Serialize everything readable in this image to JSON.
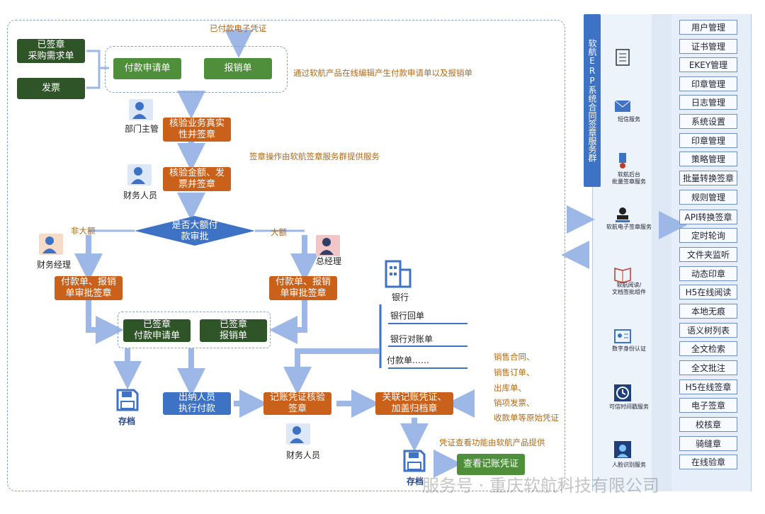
{
  "top_note": "已付款电子凭证",
  "inputs": {
    "signed_purchase": "已签章\n采购需求单",
    "invoice": "发票"
  },
  "online_docs": {
    "payment_request": "付款申请单",
    "reimbursement": "报销单",
    "note": "通过软航产品在线编辑产生付款申请单以及报销单"
  },
  "steps": {
    "dept_check": "核验业务真实\n性并签章",
    "finance_check": "核验金额、发\n票并签章",
    "decision": "是否大额付\n款审批",
    "small_approve": "付款单、报销\n单审批签章",
    "large_approve": "付款单、报销\n单审批签章",
    "signed_request": "已签章\n付款申请单",
    "signed_reimb": "已签章\n报销单",
    "cashier_pay": "出纳人员\n执行付款",
    "voucher_check": "记账凭证核验\n签章",
    "link_archive": "关联记账凭证、\n加盖归档章",
    "view_voucher": "查看记账凭证"
  },
  "roles": {
    "dept_manager": "部门主管",
    "finance_staff": "财务人员",
    "finance_manager": "财务经理",
    "gm": "总经理",
    "finance_staff_bottom": "财务人员"
  },
  "edge_labels": {
    "not_large": "非大额",
    "large": "大额"
  },
  "notes": {
    "sign_service": "签章操作由软航签章服务群提供服务",
    "voucher_view": "凭证查看功能由软航产品提供"
  },
  "bank": {
    "title": "银行",
    "items": [
      "银行回单",
      "银行对账单",
      "付款单……"
    ]
  },
  "source_docs": [
    "销售合同、",
    "销售订单、",
    "出库单、",
    "销项发票、",
    "收款单等原始凭证"
  ],
  "archive_label": "存档",
  "archive_label_2": "存档",
  "service_group_title": "软航ERP系统合同签章服务群",
  "services": [
    {
      "label": "",
      "icon": "document-list-icon"
    },
    {
      "label": "短信服务",
      "icon": "sms-icon"
    },
    {
      "label": "软航后台\n批量签章服务",
      "icon": "batch-sign-icon"
    },
    {
      "label": "软航电子签章服务",
      "icon": "stamp-icon"
    },
    {
      "label": "软航阅读/\n文档签批组件",
      "icon": "book-icon"
    },
    {
      "label": "数字身份认证",
      "icon": "id-card-icon"
    },
    {
      "label": "可信时间戳服务",
      "icon": "clock-icon"
    },
    {
      "label": "人脸识别服务",
      "icon": "face-icon"
    }
  ],
  "functions": [
    "用户管理",
    "证书管理",
    "EKEY管理",
    "印章管理",
    "日志管理",
    "系统设置",
    "印章管理",
    "策略管理",
    "批量转换签章",
    "规则管理",
    "API转换签章",
    "定时轮询",
    "文件夹监听",
    "动态印章",
    "H5在线阅读",
    "本地无痕",
    "语义树列表",
    "全文检索",
    "全文批注",
    "H5在线签章",
    "电子签章",
    "校核章",
    "骑缝章",
    "在线验章"
  ],
  "watermark": "服务号 · 重庆软航科技有限公司",
  "colors": {
    "orange": "#c9611b",
    "dark_green": "#2f5428",
    "green": "#4f8f3c",
    "blue": "#3d72c4",
    "arrow": "#9db8e6"
  }
}
